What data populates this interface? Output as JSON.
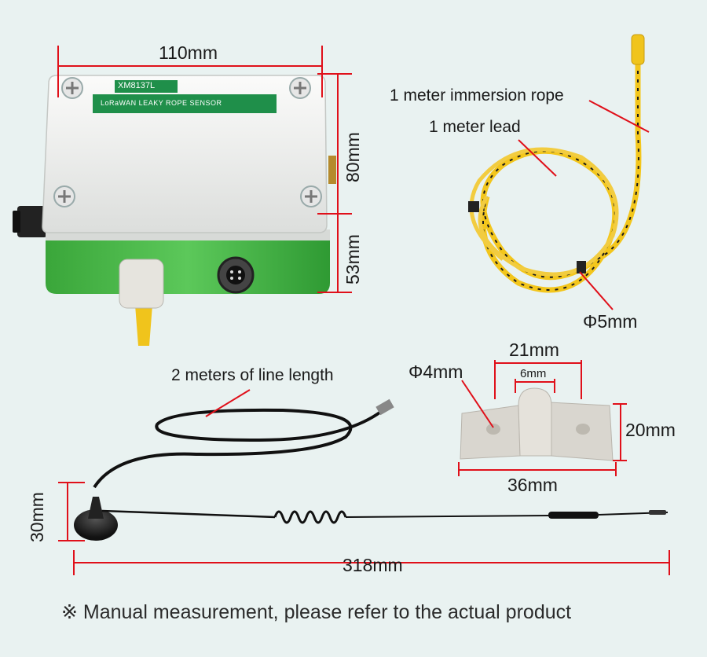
{
  "labels": {
    "width_110": "110mm",
    "height_80": "80mm",
    "height_53": "53mm",
    "immersion_rope": "1 meter immersion rope",
    "lead": "1 meter lead",
    "phi5": "Φ5mm",
    "phi4": "Φ4mm",
    "w21": "21mm",
    "w6": "6mm",
    "h20": "20mm",
    "w36": "36mm",
    "cable_length": "2 meters of line length",
    "h30": "30mm",
    "w318": "318mm"
  },
  "device": {
    "model": "XM8137L",
    "sensor_label": "LoRaWAN LEAKY ROPE SENSOR"
  },
  "footer": {
    "note": "※ Manual measurement, please refer to the actual product"
  },
  "colors": {
    "background": "#e9f2f1",
    "dimension_line": "#e0101a",
    "enclosure_green": "#45b845",
    "lid_white": "#f3f4f3",
    "rope_yellow": "#f3c61c",
    "cable_black": "#111111",
    "bracket": "#d9d6cf"
  }
}
